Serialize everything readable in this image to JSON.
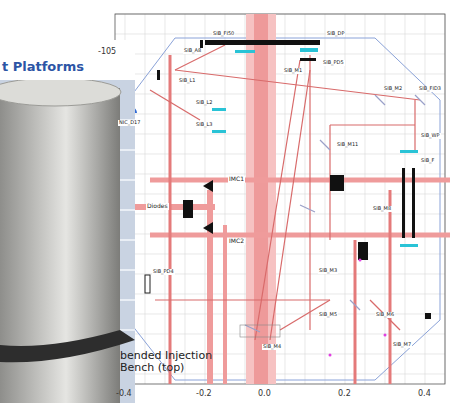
{
  "diagram": {
    "labels": [
      "-105",
      "-0.4",
      "-0.2",
      "0.0",
      "0.2",
      "0.4",
      "t Platforms",
      "bended Injection Bench (top)",
      "IMC1",
      "IMC2",
      "Diodes",
      "SIB_FI50",
      "SIB_DP",
      "SIB_A8",
      "SIB_PD5",
      "SIB_M1",
      "SIB_L1",
      "NIC_D17",
      "SIB_L2",
      "SIB_L3",
      "SIB_M2",
      "SIB_FID3",
      "SIB_WP",
      "SIB_F",
      "SIB_M11",
      "SIB_M8",
      "SIB_PD4",
      "SIB_M3",
      "SIB_M5",
      "SIB_M6",
      "SIB_M7",
      "SIB_M4"
    ]
  }
}
